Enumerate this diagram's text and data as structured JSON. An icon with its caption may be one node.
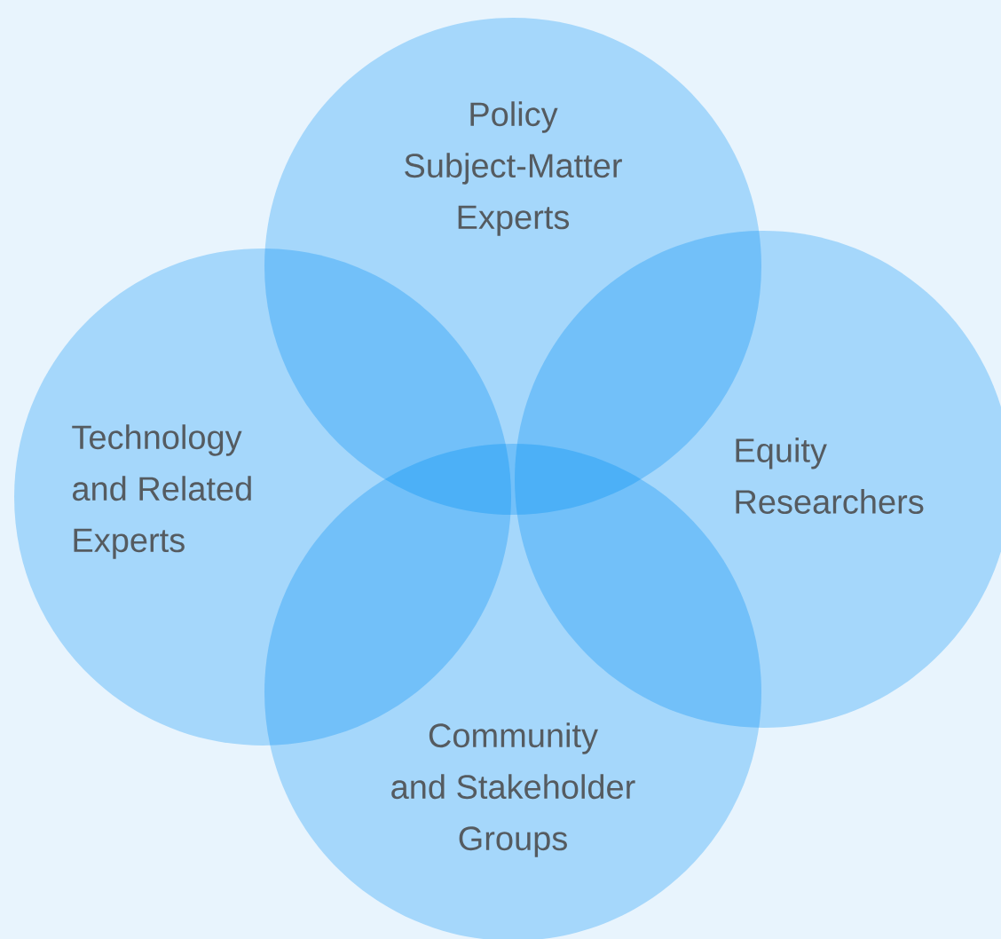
{
  "diagram": {
    "nodes": [
      {
        "text": [
          "Policy Subject-Matter Experts"
        ]
      },
      {
        "text": [
          "Technology and Related Experts"
        ]
      },
      {
        "text": [
          "Equity Researchers"
        ]
      },
      {
        "text": [
          "Community and Stakeholder Groups"
        ]
      }
    ]
  }
}
